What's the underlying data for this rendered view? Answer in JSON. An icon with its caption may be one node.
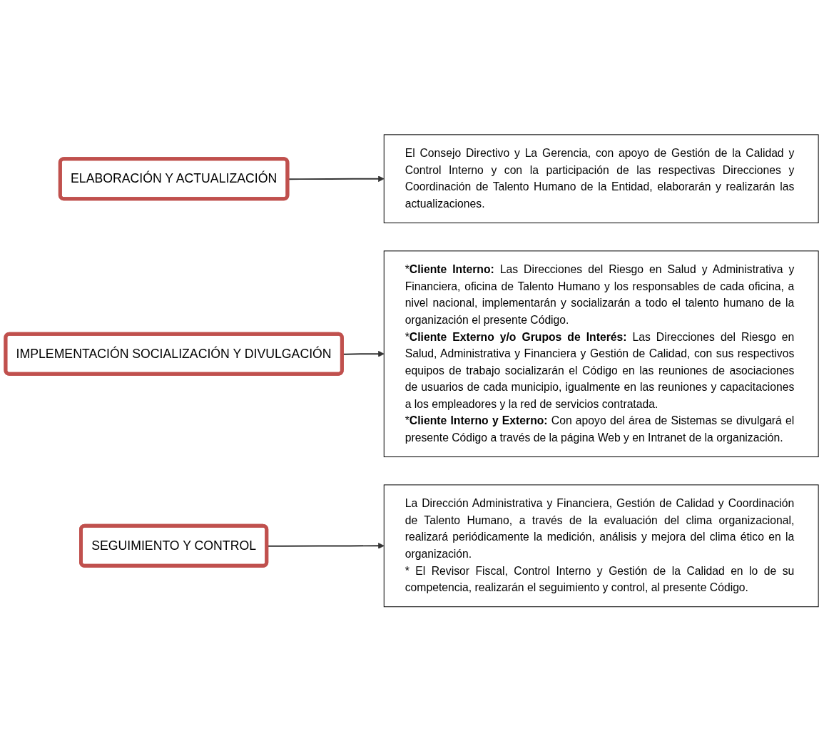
{
  "diagram": {
    "nodes": [
      {
        "text": [
          "ELABORACIÓN Y ACTUALIZACIÓN"
        ]
      },
      {
        "text": [
          "El Consejo Directivo y La Gerencia, con apoyo de Gestión de la Calidad y Control Interno y con la participación de las respectivas Direcciones y Coordinación de Talento Humano de la Entidad, elaborarán y realizarán las actualizaciones."
        ]
      },
      {
        "text": [
          "IMPLEMENTACIÓN SOCIALIZACIÓN Y DIVULGACIÓN"
        ]
      },
      {
        "text": [
          "***Cliente Interno:** Las Direcciones del Riesgo en Salud y Administrativa y Financiera, oficina de Talento Humano y los responsables de cada oficina, a nivel nacional, implementarán y socializarán a todo el talento humano de la organización el presente Código.",
          "***Cliente Externo y/o Grupos de Interés:** Las Direcciones del Riesgo en Salud, Administrativa y Financiera y Gestión de Calidad, con sus respectivos equipos de trabajo socializarán el Código en las reuniones de asociaciones de usuarios de cada municipio, igualmente en las reuniones y capacitaciones a los empleadores y la red de servicios contratada.",
          "***Cliente Interno y Externo:** Con apoyo del área de Sistemas se divulgará el presente Código a través de la página Web y en Intranet de la organización."
        ]
      },
      {
        "text": [
          "SEGUIMIENTO Y CONTROL"
        ]
      },
      {
        "text": [
          "La Dirección Administrativa y Financiera, Gestión de Calidad y Coordinación de Talento Humano, a través de la evaluación del clima organizacional, realizará periódicamente la medición, análisis y mejora del clima ético en la organización.",
          "* El Revisor Fiscal, Control Interno y Gestión de la Calidad en lo de su competencia, realizarán el seguimiento y control, al presente Código."
        ]
      }
    ],
    "edges": [
      {
        "from": 0,
        "to": 1,
        "arrow": "to"
      },
      {
        "from": 2,
        "to": 3,
        "arrow": "to"
      },
      {
        "from": 4,
        "to": 5,
        "arrow": "to"
      }
    ]
  }
}
